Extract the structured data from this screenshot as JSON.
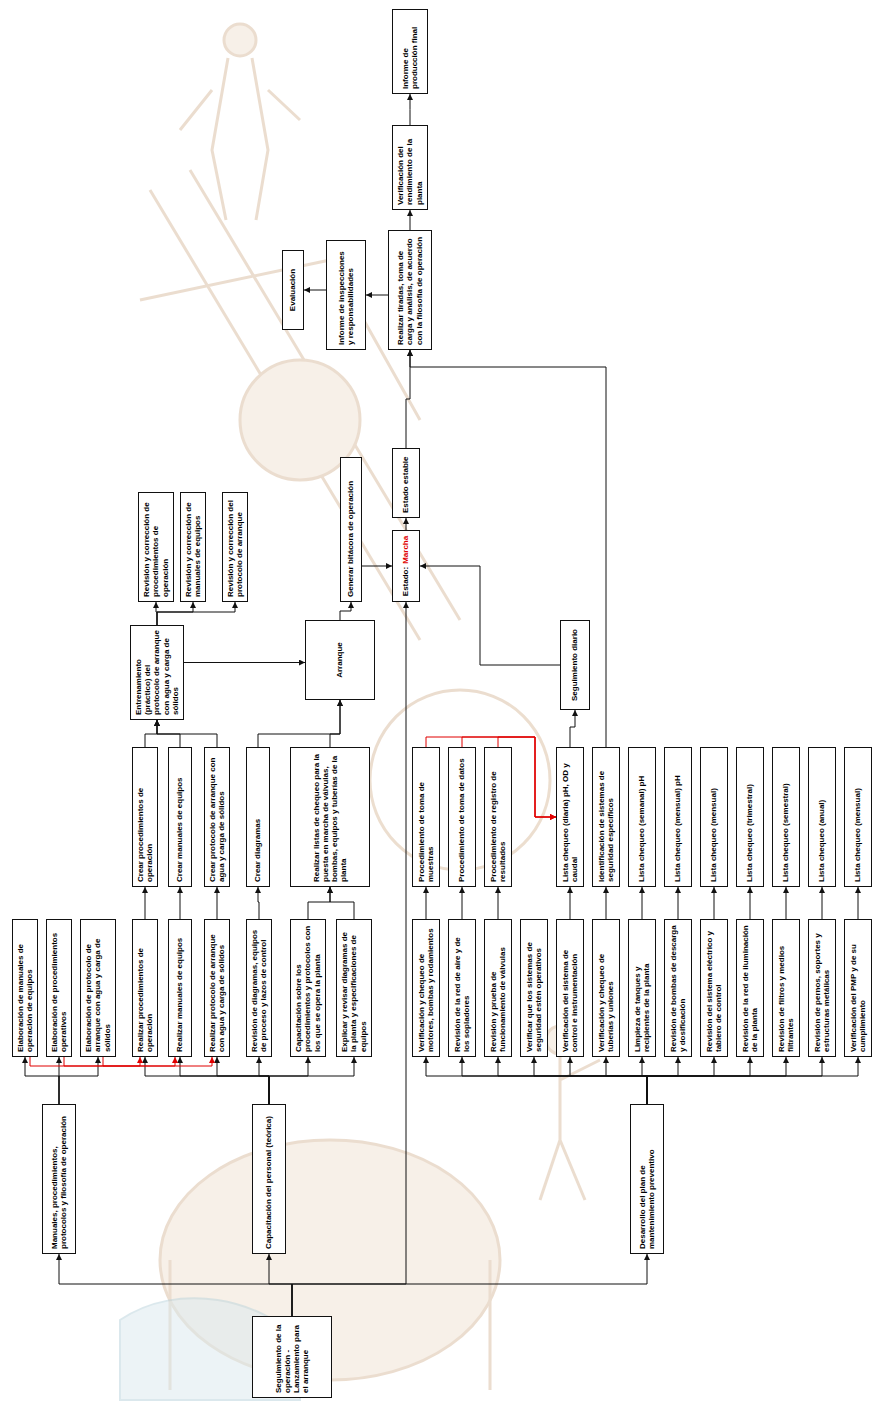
{
  "diagram": {
    "nodes": [
      {
        "text": [
          "Seguimiento de la operación - Lanzamiento para el arranque"
        ]
      },
      {
        "text": [
          "Manuales, procedimientos, protocolos y filosofía de operación"
        ]
      },
      {
        "text": [
          "Elaboración de manuales de operación de equipos"
        ]
      },
      {
        "text": [
          "Elaboración de procedimientos operativos"
        ]
      },
      {
        "text": [
          "Elaboración de protocolo de arranque con agua y carga de sólidos"
        ]
      },
      {
        "text": [
          "Capacitación del personal (teórica)"
        ]
      },
      {
        "text": [
          "Realizar procedimientos de operación"
        ]
      },
      {
        "text": [
          "Realizar manuales de equipos"
        ]
      },
      {
        "text": [
          "Realizar protocolo de arranque con agua y carga de sólidos"
        ]
      },
      {
        "text": [
          "Revisión de diagramas, equipos de proceso y lazos de control"
        ]
      },
      {
        "text": [
          "Capacitación sobre los procedimientos y protocolos con los que se opera la planta"
        ]
      },
      {
        "text": [
          "Explicar y revisar diagramas de la planta y especificaciones de equipos"
        ]
      },
      {
        "text": [
          "Desarrollo del plan de mantenimiento preventivo"
        ]
      },
      {
        "text": [
          "Verificación y chequeo de motores, bombas y rodamientos"
        ]
      },
      {
        "text": [
          "Revisión de la red de aire y de los sopladores"
        ]
      },
      {
        "text": [
          "Revisión y prueba de funcionamiento de válvulas"
        ]
      },
      {
        "text": [
          "Verificar que los sistemas de seguridad estén operativos"
        ]
      },
      {
        "text": [
          "Verificación del sistema de control e instrumentación"
        ]
      },
      {
        "text": [
          "Verificación y chequeo de tuberías y uniones"
        ]
      },
      {
        "text": [
          "Limpieza de tanques y recipientes de la planta"
        ]
      },
      {
        "text": [
          "Revisión de bombas de descarga y dosificación"
        ]
      },
      {
        "text": [
          "Revisión del sistema eléctrico y tablero de control"
        ]
      },
      {
        "text": [
          "Revisión de la red de iluminación de la planta"
        ]
      },
      {
        "text": [
          "Revisión de filtros y medios filtrantes"
        ]
      },
      {
        "text": [
          "Revisión de pernos, soportes y estructuras metálicas"
        ]
      },
      {
        "text": [
          "Verificación del PMP y de su cumplimiento"
        ]
      },
      {
        "text": [
          "Crear procedimientos de operación"
        ]
      },
      {
        "text": [
          "Crear manuales de equipos"
        ]
      },
      {
        "text": [
          "Crear protocolo de arranque con agua y carga de sólidos"
        ]
      },
      {
        "text": [
          "Crear diagramas"
        ]
      },
      {
        "text": [
          "Realizar listas de chequeo para la puesta en marcha de válvulas, bombas, equipos y tuberías de la planta"
        ]
      },
      {
        "text": [
          "Entrenamiento (práctico) del protocolo de arranque con agua y carga de sólidos"
        ]
      },
      {
        "text": [
          "Revisión y corrección de procedimientos de operación"
        ]
      },
      {
        "text": [
          "Revisión y corrección de manuales de equipos"
        ]
      },
      {
        "text": [
          "Revisión y corrección del protocolo de arranque"
        ]
      },
      {
        "text": [
          "Arranque"
        ]
      },
      {
        "text": [
          "Generar bitácora de operación"
        ]
      },
      {
        "text": [
          "Estado:",
          "Marcha"
        ]
      },
      {
        "text": [
          "Estado estable"
        ]
      },
      {
        "text": [
          "Realizar tiradas, toma de carga y análisis, de acuerdo con la filosofía de operación"
        ]
      },
      {
        "text": [
          "Informe de inspecciones y responsabilidades"
        ]
      },
      {
        "text": [
          "Evaluación"
        ]
      },
      {
        "text": [
          "Verificación del rendimiento de la planta"
        ]
      },
      {
        "text": [
          "Informe de producción final"
        ]
      },
      {
        "text": [
          "Procedimiento de toma de muestras"
        ]
      },
      {
        "text": [
          "Procedimiento de toma de datos"
        ]
      },
      {
        "text": [
          "Procedimiento de registro de resultados"
        ]
      },
      {
        "text": [
          "Lista chequeo (diaria) pH, OD y caudal"
        ]
      },
      {
        "text": [
          "Identificación de sistemas de seguridad específicos"
        ]
      },
      {
        "text": [
          "Lista chequeo (semanal) pH"
        ]
      },
      {
        "text": [
          "Lista chequeo (mensual) pH"
        ]
      },
      {
        "text": [
          "Lista chequeo (mensual)"
        ]
      },
      {
        "text": [
          "Lista chequeo (trimestral)"
        ]
      },
      {
        "text": [
          "Lista chequeo (semestral)"
        ]
      },
      {
        "text": [
          "Lista chequeo (anual)"
        ]
      },
      {
        "text": [
          "Lista chequeo (mensual)"
        ]
      },
      {
        "text": [
          "Seguimiento diario"
        ]
      }
    ],
    "edges": [
      {
        "from": 0,
        "to": 1,
        "arrow": "to"
      },
      {
        "from": 0,
        "to": 5,
        "arrow": "to"
      },
      {
        "from": 0,
        "to": 12,
        "arrow": "to"
      },
      {
        "from": 0,
        "to": 37,
        "arrow": "to"
      },
      {
        "from": 1,
        "to": 2,
        "arrow": "to"
      },
      {
        "from": 1,
        "to": 3,
        "arrow": "to"
      },
      {
        "from": 1,
        "to": 4,
        "arrow": "to"
      },
      {
        "from": 5,
        "to": 6,
        "arrow": "to"
      },
      {
        "from": 5,
        "to": 7,
        "arrow": "to"
      },
      {
        "from": 5,
        "to": 8,
        "arrow": "to"
      },
      {
        "from": 5,
        "to": 9,
        "arrow": "to"
      },
      {
        "from": 5,
        "to": 10,
        "arrow": "to"
      },
      {
        "from": 5,
        "to": 11,
        "arrow": "to"
      },
      {
        "from": 12,
        "to": 13,
        "arrow": "to"
      },
      {
        "from": 12,
        "to": 14,
        "arrow": "to"
      },
      {
        "from": 12,
        "to": 15,
        "arrow": "to"
      },
      {
        "from": 12,
        "to": 16,
        "arrow": "to"
      },
      {
        "from": 12,
        "to": 17,
        "arrow": "to"
      },
      {
        "from": 12,
        "to": 18,
        "arrow": "to"
      },
      {
        "from": 12,
        "to": 19,
        "arrow": "to"
      },
      {
        "from": 12,
        "to": 20,
        "arrow": "to"
      },
      {
        "from": 12,
        "to": 21,
        "arrow": "to"
      },
      {
        "from": 12,
        "to": 22,
        "arrow": "to"
      },
      {
        "from": 12,
        "to": 23,
        "arrow": "to"
      },
      {
        "from": 12,
        "to": 24,
        "arrow": "to"
      },
      {
        "from": 12,
        "to": 25,
        "arrow": "to"
      },
      {
        "from": 2,
        "to": 6,
        "arrow": "to"
      },
      {
        "from": 3,
        "to": 7,
        "arrow": "to"
      },
      {
        "from": 4,
        "to": 8,
        "arrow": "to"
      },
      {
        "from": 6,
        "to": 26,
        "arrow": "to"
      },
      {
        "from": 7,
        "to": 27,
        "arrow": "to"
      },
      {
        "from": 8,
        "to": 28,
        "arrow": "to"
      },
      {
        "from": 9,
        "to": 29,
        "arrow": "to"
      },
      {
        "from": 10,
        "to": 30,
        "arrow": "to"
      },
      {
        "from": 26,
        "to": 31,
        "arrow": "to"
      },
      {
        "from": 27,
        "to": 31,
        "arrow": "to"
      },
      {
        "from": 28,
        "to": 31,
        "arrow": "to"
      },
      {
        "from": 29,
        "to": 35,
        "arrow": "to"
      },
      {
        "from": 30,
        "to": 35,
        "arrow": "to"
      },
      {
        "from": 31,
        "to": 35,
        "arrow": "to"
      },
      {
        "from": 31,
        "to": 32,
        "arrow": "to"
      },
      {
        "from": 31,
        "to": 33,
        "arrow": "to"
      },
      {
        "from": 31,
        "to": 34,
        "arrow": "to"
      },
      {
        "from": 35,
        "to": 36,
        "arrow": "to"
      },
      {
        "from": 36,
        "to": 37,
        "arrow": "to"
      },
      {
        "from": 37,
        "to": 38,
        "arrow": "to"
      },
      {
        "from": 38,
        "to": 39,
        "arrow": "to"
      },
      {
        "from": 39,
        "to": 40,
        "arrow": "to"
      },
      {
        "from": 40,
        "to": 41,
        "arrow": "to"
      },
      {
        "from": 39,
        "to": 42,
        "arrow": "to"
      },
      {
        "from": 42,
        "to": 43,
        "arrow": "to"
      },
      {
        "from": 13,
        "to": 44,
        "arrow": "to"
      },
      {
        "from": 14,
        "to": 45,
        "arrow": "to"
      },
      {
        "from": 15,
        "to": 46,
        "arrow": "to"
      },
      {
        "from": 17,
        "to": 47,
        "arrow": "to"
      },
      {
        "from": 18,
        "to": 48,
        "arrow": "to"
      },
      {
        "from": 19,
        "to": 49,
        "arrow": "to"
      },
      {
        "from": 20,
        "to": 50,
        "arrow": "to"
      },
      {
        "from": 21,
        "to": 51,
        "arrow": "to"
      },
      {
        "from": 22,
        "to": 52,
        "arrow": "to"
      },
      {
        "from": 23,
        "to": 53,
        "arrow": "to"
      },
      {
        "from": 24,
        "to": 54,
        "arrow": "to"
      },
      {
        "from": 25,
        "to": 55,
        "arrow": "to"
      },
      {
        "from": 44,
        "to": 47,
        "arrow": "to"
      },
      {
        "from": 45,
        "to": 47,
        "arrow": "to"
      },
      {
        "from": 46,
        "to": 47,
        "arrow": "to"
      },
      {
        "from": 47,
        "to": 56,
        "arrow": "to"
      },
      {
        "from": 56,
        "to": 37,
        "arrow": "to"
      },
      {
        "from": 48,
        "to": 39,
        "arrow": "to"
      },
      {
        "from": 11,
        "to": 30,
        "arrow": "to"
      }
    ]
  }
}
